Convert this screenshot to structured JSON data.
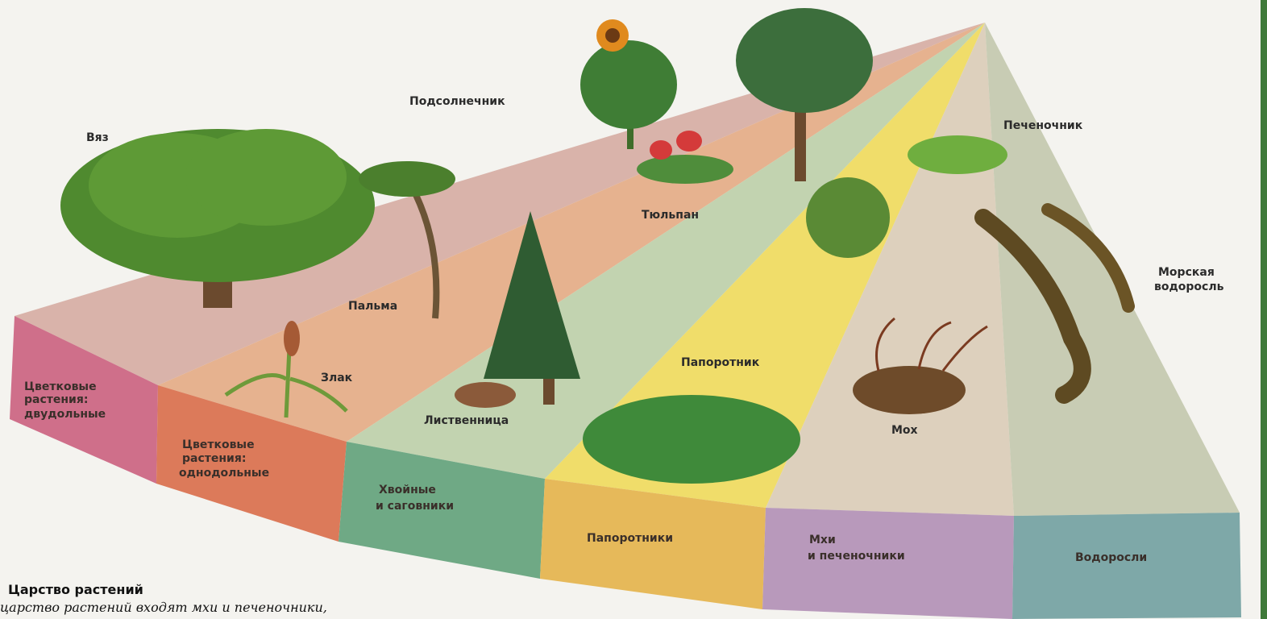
{
  "plant_labels": {
    "elm": "Вяз",
    "sunflower": "Подсолнечник",
    "liverwort": "Печеночник",
    "tulip": "Тюльпан",
    "palm": "Пальма",
    "cereal": "Злак",
    "larch": "Лиственница",
    "fern": "Папоротник",
    "seaweed_line1": "Морская",
    "seaweed_line2": "водоросль",
    "moss": "Мох"
  },
  "groups": {
    "dicots": [
      "Цветковые",
      "растения:",
      "двудольные"
    ],
    "monocots": [
      "Цветковые",
      "растения:",
      "однодольные"
    ],
    "conifers": [
      "Хвойные",
      "и саговники"
    ],
    "ferns": [
      "Папоротники"
    ],
    "mosses": [
      "Мхи",
      "и печеночники"
    ],
    "algae": [
      "Водоросли"
    ]
  },
  "caption": {
    "title": "Царство растений",
    "text": "царство растений входят мхи и печеночники,"
  },
  "colors": {
    "dicots_top": "#d9b3aa",
    "dicots_side": "#cf6f8a",
    "monocots_top": "#e6b28f",
    "monocots_side": "#dc7a5a",
    "conifers_top": "#c2d3b0",
    "conifers_side": "#6fa985",
    "ferns_top": "#f0dd6a",
    "ferns_side": "#e6b95a",
    "mosses_top": "#ddd0bd",
    "mosses_side": "#b899bb",
    "algae_top": "#c8ccb4",
    "algae_side": "#7ea8a8"
  }
}
